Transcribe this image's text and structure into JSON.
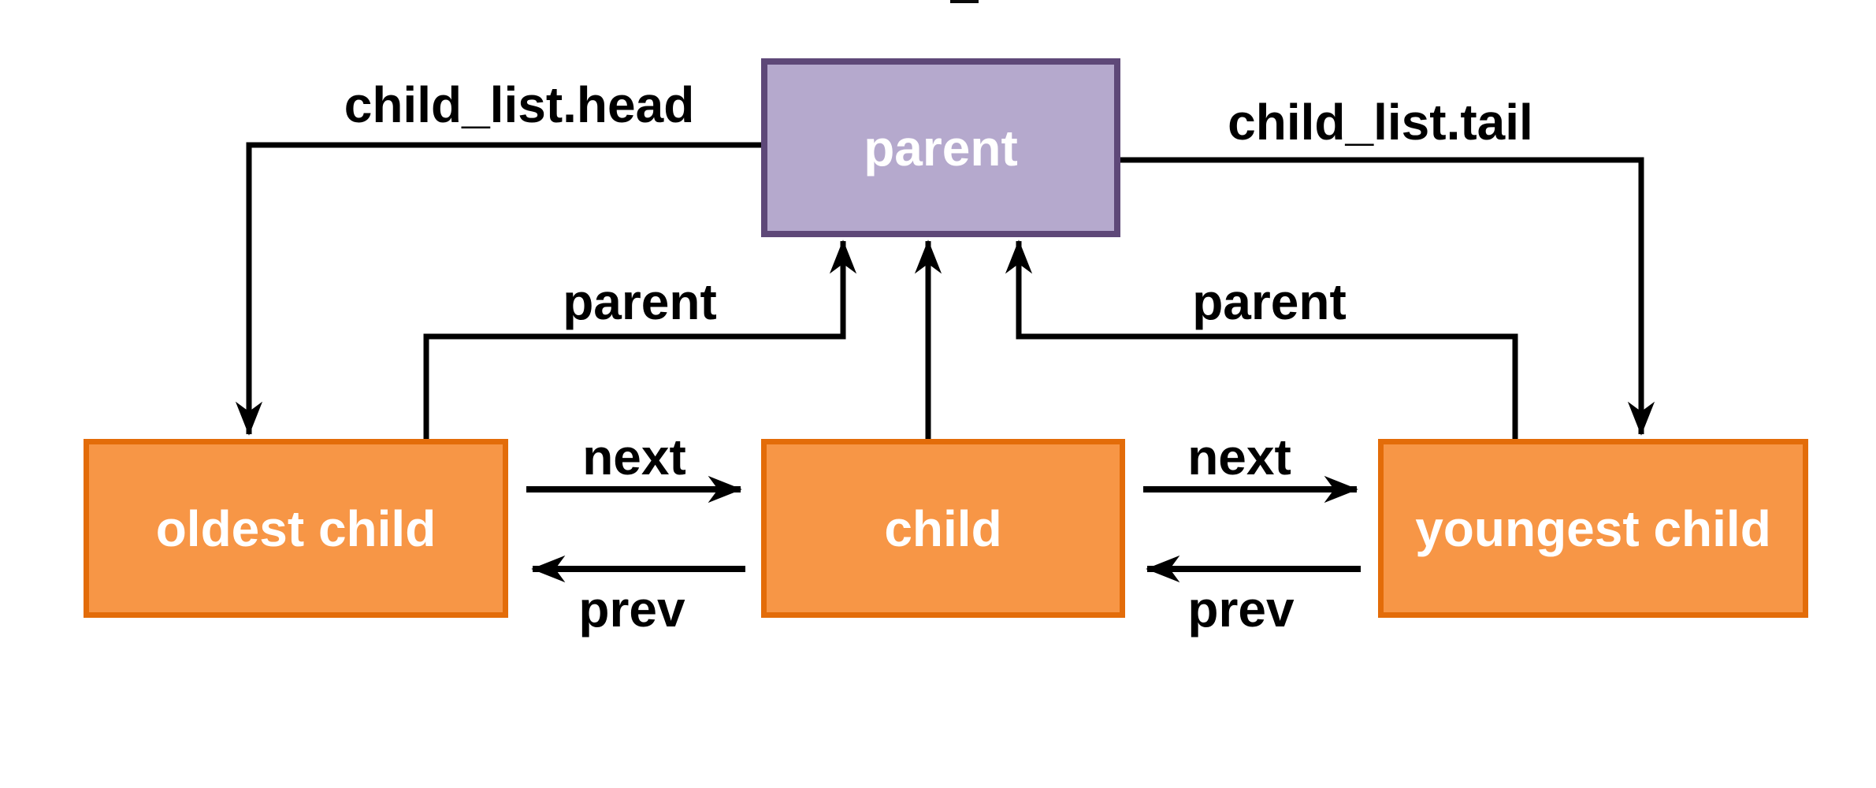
{
  "diagram": {
    "background": "#FFFFFF",
    "line_color": "#000000",
    "nodes": {
      "parent": {
        "label": "parent",
        "fill": "#B5A9CD",
        "border_color": "#5E4878",
        "text_color": "#FFFFFF"
      },
      "oldest_child": {
        "label": "oldest child",
        "fill": "#F79646",
        "border_color": "#E36C09",
        "text_color": "#FFFFFF"
      },
      "child": {
        "label": "child",
        "fill": "#F79646",
        "border_color": "#E36C09",
        "text_color": "#FFFFFF"
      },
      "youngest_child": {
        "label": "youngest child",
        "fill": "#F79646",
        "border_color": "#E36C09",
        "text_color": "#FFFFFF"
      }
    },
    "edges": {
      "child_list_head": {
        "label": "child_list.head",
        "from": "parent",
        "to": "oldest_child"
      },
      "child_list_tail": {
        "label": "child_list.tail",
        "from": "parent",
        "to": "youngest_child"
      },
      "parent_from_oldest_child": {
        "label": "parent",
        "from": "oldest_child",
        "to": "parent"
      },
      "parent_from_child": {
        "label": "",
        "from": "child",
        "to": "parent"
      },
      "parent_from_youngest_child": {
        "label": "parent",
        "from": "youngest_child",
        "to": "parent"
      },
      "next_oldest_to_child": {
        "label": "next",
        "from": "oldest_child",
        "to": "child"
      },
      "prev_child_to_oldest": {
        "label": "prev",
        "from": "child",
        "to": "oldest_child"
      },
      "next_child_to_youngest": {
        "label": "next",
        "from": "child",
        "to": "youngest_child"
      },
      "prev_youngest_to_child": {
        "label": "prev",
        "from": "youngest_child",
        "to": "child"
      }
    }
  }
}
